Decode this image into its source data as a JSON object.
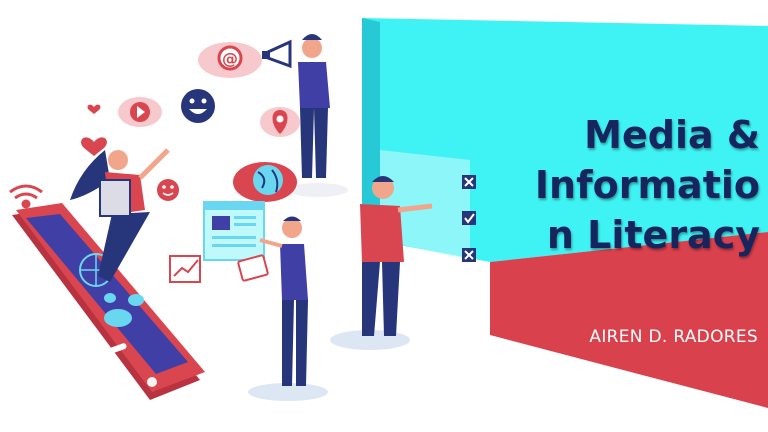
{
  "slide": {
    "title_lines": [
      "Media &",
      "Informatio",
      "n Literacy"
    ],
    "subtitle": "AIREN D. RADORES"
  },
  "colors": {
    "background": "#ffffff",
    "panel_cyan": "#3ff2f4",
    "panel_red": "#d9414d",
    "title": "#16255e",
    "subtitle": "#ffffff",
    "phone_body": "#d94650",
    "phone_screen": "#3f3fa6"
  },
  "icons": {
    "at_bubble": "at-icon",
    "megaphone": "megaphone-icon",
    "play_bubble": "play-icon",
    "smiley": "smiley-icon",
    "hearts": "heart-icon",
    "location_pin": "location-pin-icon",
    "globe_cloud": "globe-icon",
    "wifi": "wifi-icon",
    "check_mark": "check-icon",
    "cross_mark": "cross-icon"
  }
}
